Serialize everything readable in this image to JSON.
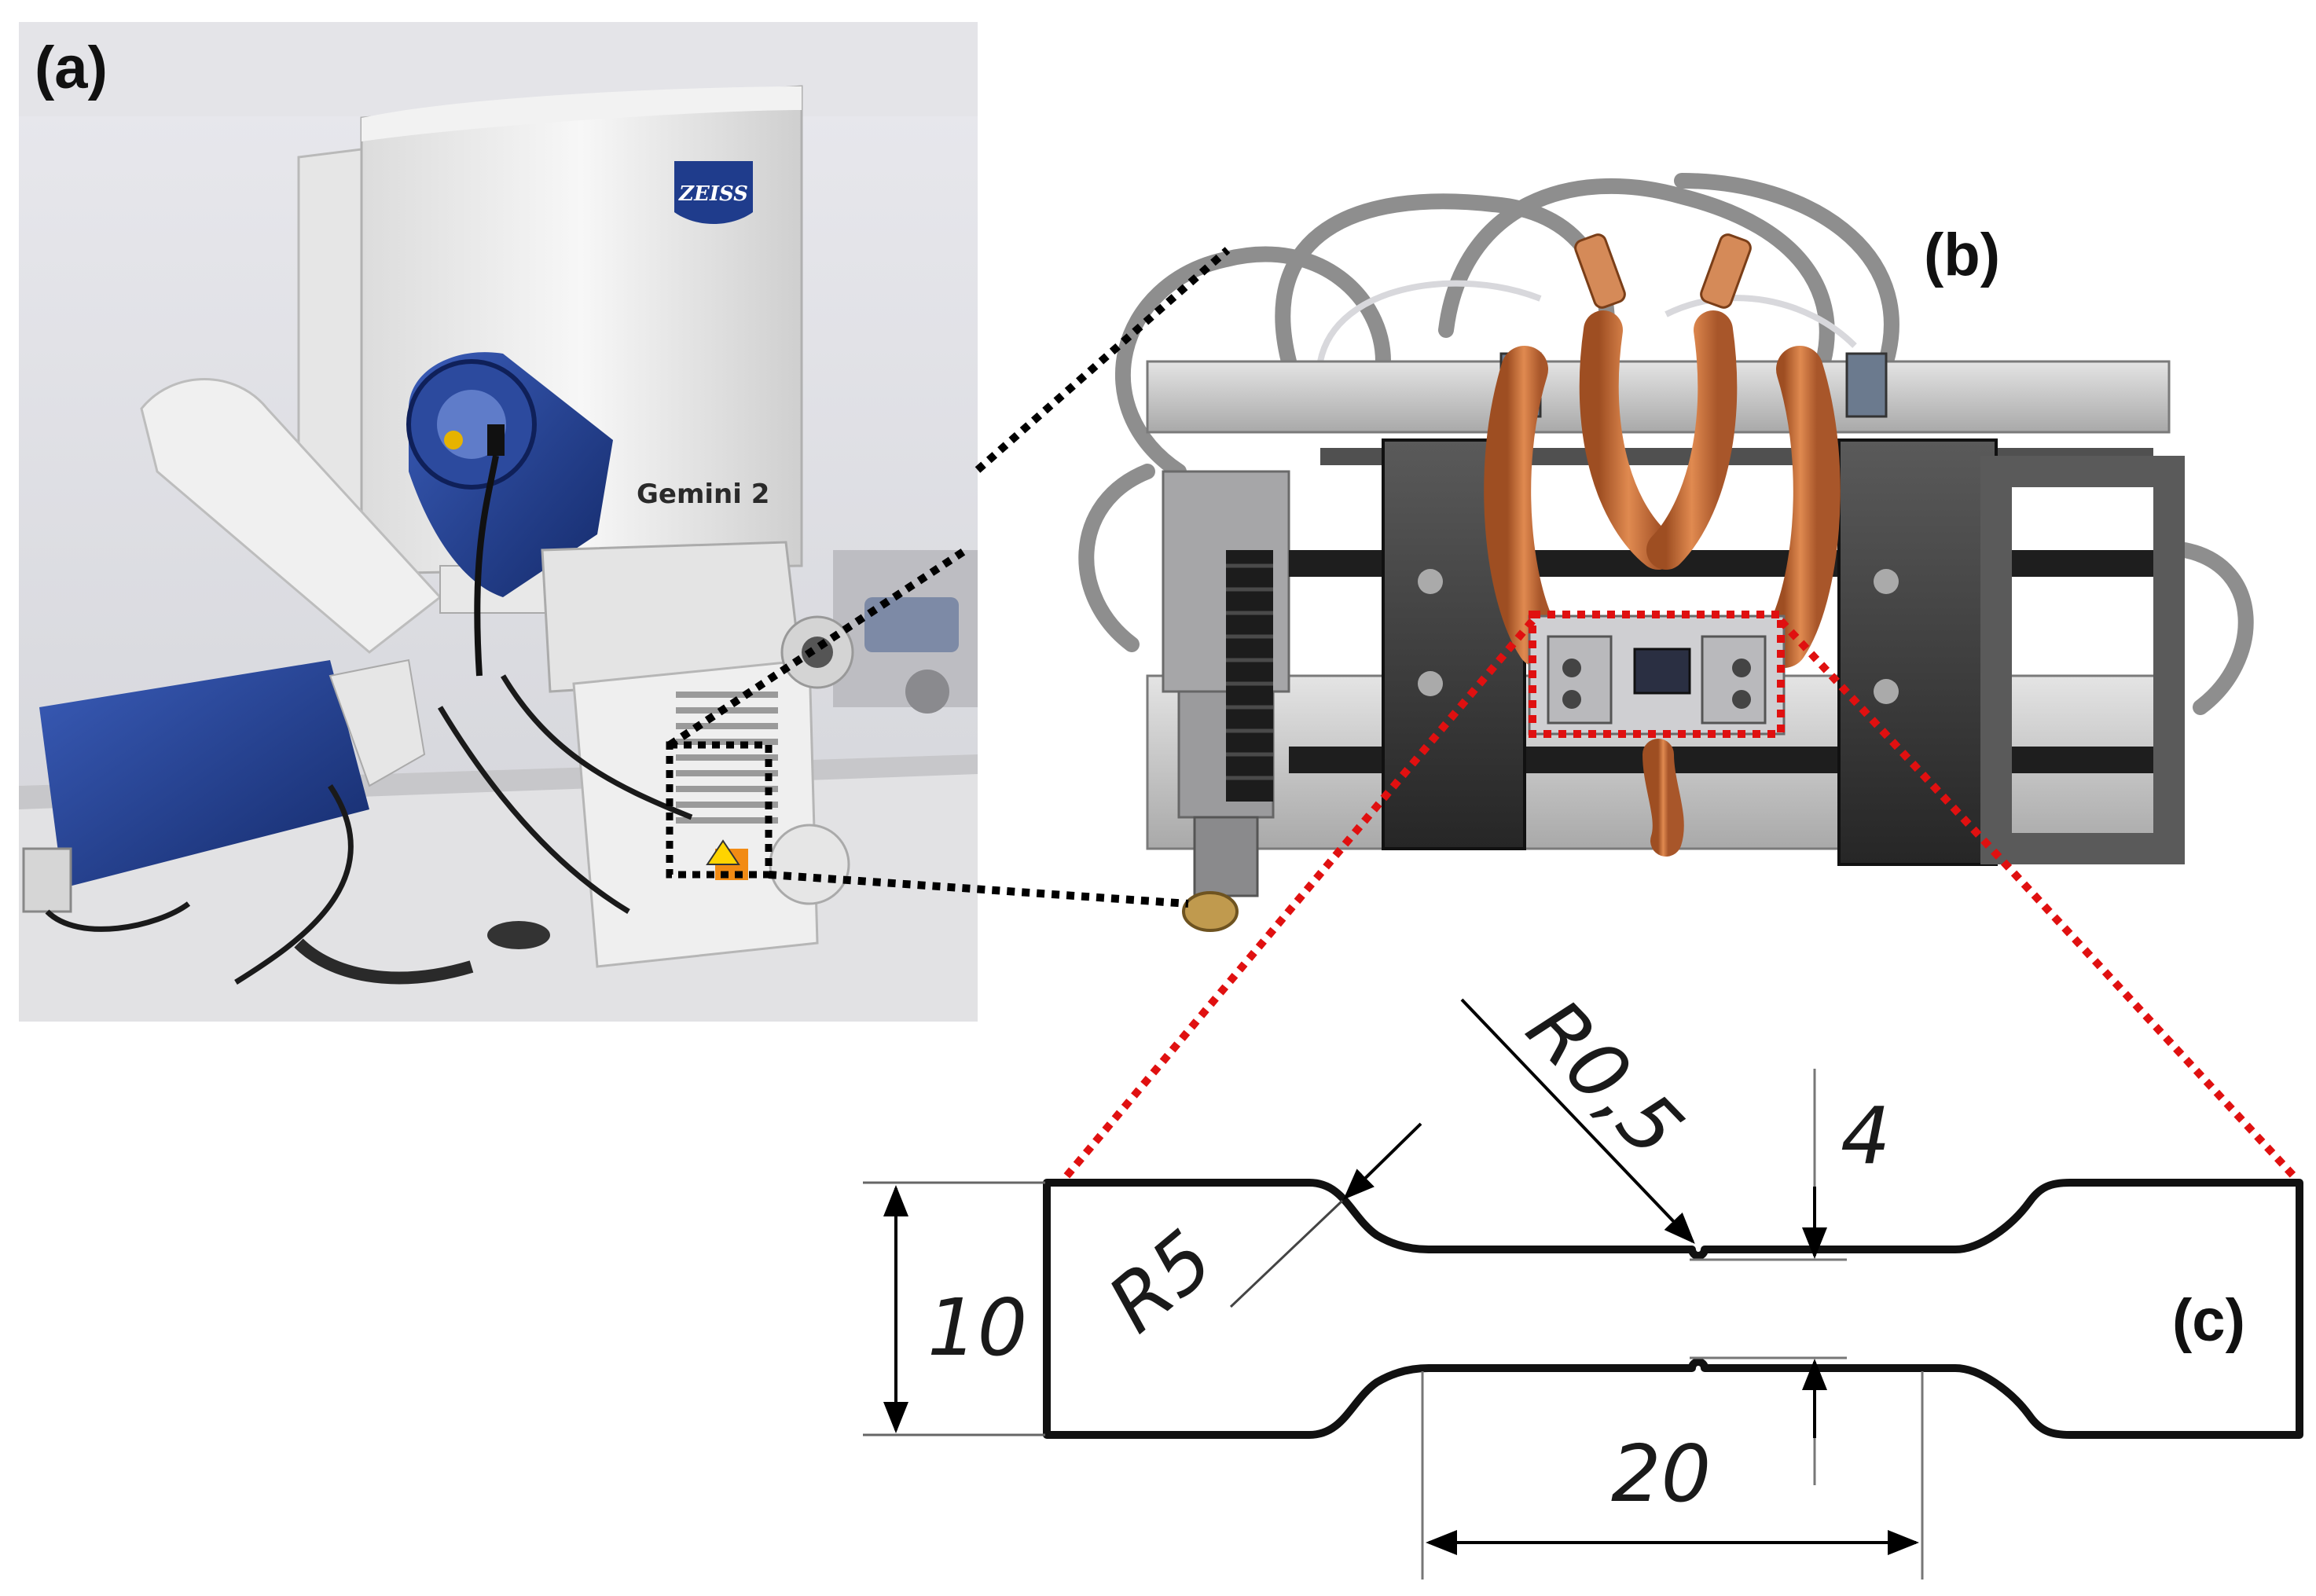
{
  "panels": {
    "a": {
      "label": "(a)",
      "brand": "ZEISS",
      "model": "Gemini 2"
    },
    "b": {
      "label": "(b)"
    },
    "c": {
      "label": "(c)"
    }
  },
  "dimensions": {
    "notch_radius": "R0,5",
    "fillet_radius": "R5",
    "gauge_width": "4",
    "grip_width": "10",
    "gauge_length": "20"
  },
  "colors": {
    "callout_black": "#000000",
    "callout_red": "#e01010",
    "copper": "#c8703a",
    "stage_steel": "#3c3c3c",
    "zeiss_blue": "#1f3c8c"
  }
}
